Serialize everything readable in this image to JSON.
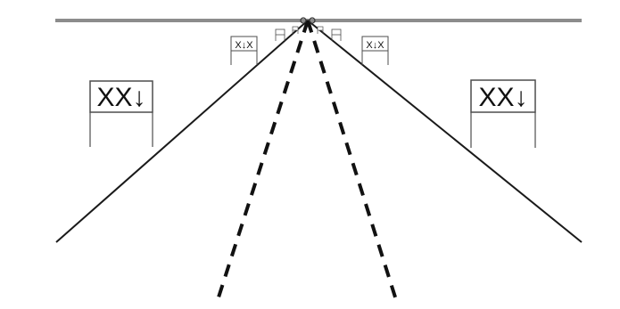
{
  "scene": {
    "description_free": true,
    "colors": {
      "background": "#ffffff",
      "horizon": "#8c8c8c",
      "road": "#1a1a1a",
      "sign_frame": "#4d4d4d",
      "sign_symbol": "#111111"
    },
    "gantry_signs": [
      {
        "id": "near-left",
        "symbols": [
          "X",
          "X",
          "↓"
        ]
      },
      {
        "id": "mid-left",
        "symbols": [
          "X",
          "X",
          "↓"
        ]
      },
      {
        "id": "far-left",
        "symbols": [
          "X"
        ]
      },
      {
        "id": "far-right",
        "symbols": [
          "X"
        ]
      },
      {
        "id": "mid-right",
        "symbols": [
          "X",
          "X",
          "↓"
        ]
      },
      {
        "id": "near-right",
        "symbols": [
          "X",
          "X",
          "↓"
        ]
      }
    ]
  }
}
